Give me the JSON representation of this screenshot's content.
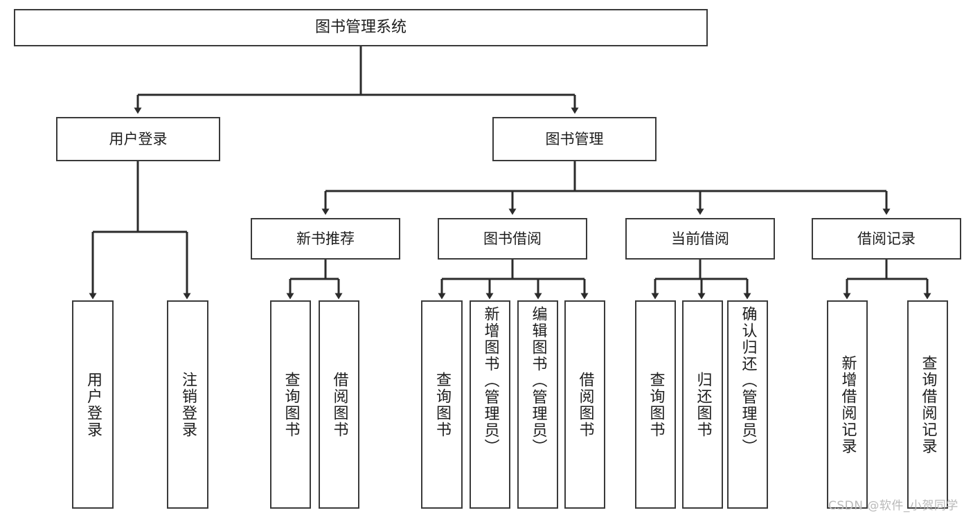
{
  "diagram": {
    "type": "tree-hierarchy",
    "title": "图书管理系统",
    "watermark": "CSDN @软件_小贺同学",
    "colors": {
      "box_border": "#3a3a3a",
      "box_fill": "#ffffff",
      "edge": "#2b2b2b",
      "text": "#1d1d1d",
      "watermark": "#b9b9b9",
      "background": "#ffffff"
    },
    "levels": [
      {
        "level": 1,
        "nodes": [
          {
            "id": "root",
            "label": "图书管理系统"
          }
        ]
      },
      {
        "level": 2,
        "nodes": [
          {
            "id": "user-login",
            "label": "用户登录",
            "parent": "root"
          },
          {
            "id": "book-manage",
            "label": "图书管理",
            "parent": "root"
          }
        ]
      },
      {
        "level": 3,
        "nodes": [
          {
            "id": "new-book-rec",
            "label": "新书推荐",
            "parent": "book-manage"
          },
          {
            "id": "book-borrow",
            "label": "图书借阅",
            "parent": "book-manage"
          },
          {
            "id": "current-borrow",
            "label": "当前借阅",
            "parent": "book-manage"
          },
          {
            "id": "borrow-record",
            "label": "借阅记录",
            "parent": "book-manage"
          }
        ]
      },
      {
        "level": 4,
        "nodes": [
          {
            "id": "leaf-1",
            "label": "用户登录",
            "parent": "user-login"
          },
          {
            "id": "leaf-2",
            "label": "注销登录",
            "parent": "user-login"
          },
          {
            "id": "leaf-3",
            "label": "查询图书",
            "parent": "new-book-rec"
          },
          {
            "id": "leaf-4",
            "label": "借阅图书",
            "parent": "new-book-rec"
          },
          {
            "id": "leaf-5",
            "label": "查询图书",
            "parent": "book-borrow"
          },
          {
            "id": "leaf-6",
            "label": "新增图书（管理员）",
            "parent": "book-borrow"
          },
          {
            "id": "leaf-7",
            "label": "编辑图书（管理员）",
            "parent": "book-borrow"
          },
          {
            "id": "leaf-8",
            "label": "借阅图书",
            "parent": "book-borrow"
          },
          {
            "id": "leaf-9",
            "label": "查询图书",
            "parent": "current-borrow"
          },
          {
            "id": "leaf-10",
            "label": "归还图书",
            "parent": "current-borrow"
          },
          {
            "id": "leaf-11",
            "label": "确认归还（管理员）",
            "parent": "current-borrow"
          },
          {
            "id": "leaf-12",
            "label": "新增借阅记录",
            "parent": "borrow-record"
          },
          {
            "id": "leaf-13",
            "label": "查询借阅记录",
            "parent": "borrow-record"
          }
        ]
      }
    ]
  }
}
